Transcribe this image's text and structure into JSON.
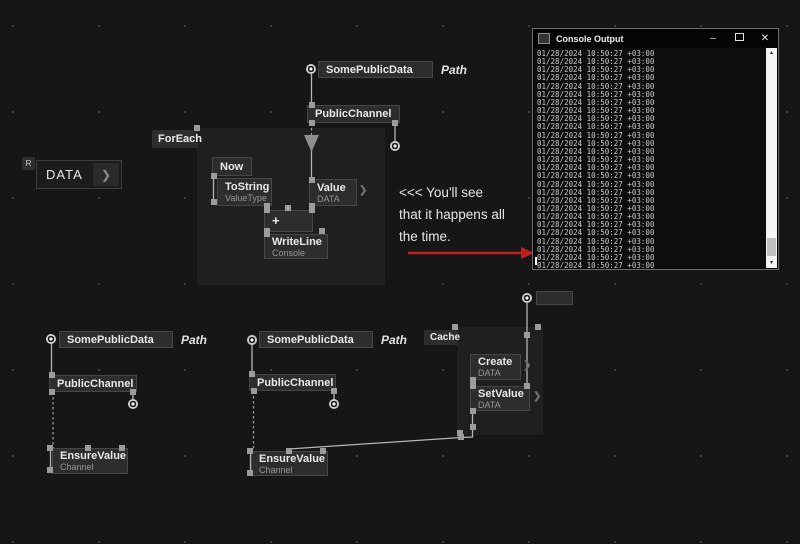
{
  "colors": {
    "background": "#161616",
    "node_fill": "#2d2d2d",
    "region_fill": "#1f1f1f",
    "wire": "#b5b5b5",
    "annotation_arrow": "#c22020",
    "console_background": "#0e0e0e",
    "console_text": "#c9c9c9"
  },
  "icons": {
    "chevron": "❯",
    "scroll_up": "▴",
    "scroll_down": "▾"
  },
  "patch": {
    "data_io": {
      "badge": "R",
      "label": "DATA"
    },
    "top": {
      "source": "SomePublicData",
      "source_type": "Path",
      "channel": "PublicChannel"
    },
    "foreach": {
      "label": "ForEach",
      "now": "Now",
      "tostring": "ToString",
      "tostring_sub": "ValueType",
      "value": "Value",
      "value_sub": "DATA",
      "plus": "+",
      "writeline": "WriteLine",
      "writeline_sub": "Console"
    },
    "annotation": {
      "line1": "<<< You'll see",
      "line2": "that it happens all",
      "line3": "the time."
    },
    "left": {
      "source": "SomePublicData",
      "source_type": "Path",
      "channel": "PublicChannel",
      "ensure": "EnsureValue",
      "ensure_sub": "Channel"
    },
    "middle": {
      "source": "SomePublicData",
      "source_type": "Path",
      "channel": "PublicChannel",
      "ensure": "EnsureValue",
      "ensure_sub": "Channel"
    },
    "cache": {
      "label": "Cache",
      "create": "Create",
      "create_sub": "DATA",
      "setvalue": "SetValue",
      "setvalue_sub": "DATA"
    }
  },
  "console_window": {
    "title": "Console Output",
    "minimize": "–",
    "close": "✕",
    "lines": [
      "01/28/2024 10:50:27 +03:00",
      "01/28/2024 10:50:27 +03:00",
      "01/28/2024 10:50:27 +03:00",
      "01/28/2024 10:50:27 +03:00",
      "01/28/2024 10:50:27 +03:00",
      "01/28/2024 10:50:27 +03:00",
      "01/28/2024 10:50:27 +03:00",
      "01/28/2024 10:50:27 +03:00",
      "01/28/2024 10:50:27 +03:00",
      "01/28/2024 10:50:27 +03:00",
      "01/28/2024 10:50:27 +03:00",
      "01/28/2024 10:50:27 +03:00",
      "01/28/2024 10:50:27 +03:00",
      "01/28/2024 10:50:27 +03:00",
      "01/28/2024 10:50:27 +03:00",
      "01/28/2024 10:50:27 +03:00",
      "01/28/2024 10:50:27 +03:00",
      "01/28/2024 10:50:27 +03:00",
      "01/28/2024 10:50:27 +03:00",
      "01/28/2024 10:50:27 +03:00",
      "01/28/2024 10:50:27 +03:00",
      "01/28/2024 10:50:27 +03:00",
      "01/28/2024 10:50:27 +03:00",
      "01/28/2024 10:50:27 +03:00",
      "01/28/2024 10:50:27 +03:00",
      "01/28/2024 10:50:27 +03:00",
      "01/28/2024 10:50:27 +03:00"
    ]
  }
}
